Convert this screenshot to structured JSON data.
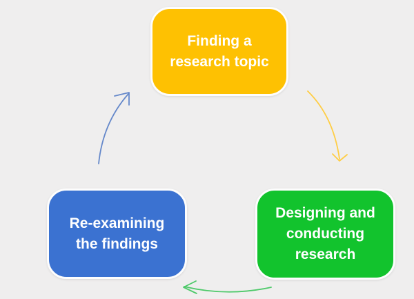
{
  "diagram": {
    "type": "cycle",
    "background_color": "#EFEEEE",
    "node_text_color": "#FFFFFF",
    "node_border_color": "#FDFDFD",
    "nodes": [
      {
        "id": "finding-topic",
        "label": "Finding a research topic",
        "color": "#FEC102",
        "position": "top"
      },
      {
        "id": "designing-conducting",
        "label": "Designing and conducting research",
        "color": "#12C32D",
        "position": "bottom-right"
      },
      {
        "id": "reexamining-findings",
        "label": "Re-examining the findings",
        "color": "#3B72D1",
        "position": "bottom-left"
      }
    ],
    "arrows": [
      {
        "from": "finding-topic",
        "to": "designing-conducting",
        "color": "#FFCD43"
      },
      {
        "from": "designing-conducting",
        "to": "reexamining-findings",
        "color": "#4DC969"
      },
      {
        "from": "reexamining-findings",
        "to": "finding-topic",
        "color": "#6588CA"
      }
    ]
  }
}
